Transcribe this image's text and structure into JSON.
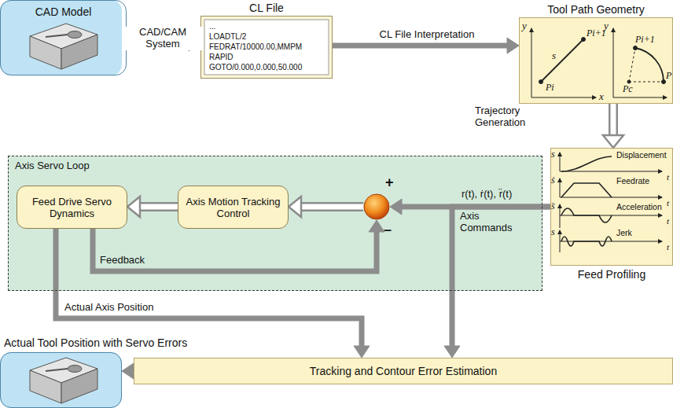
{
  "diagram": {
    "nodes": [
      {
        "text": [
          "CAD Model"
        ]
      },
      {
        "text": [
          "CL File",
          "...",
          "LOADTL/2",
          "FEDRAT/10000.00,MMPM",
          "RAPID",
          "GOTO/0.000,0.000,50.000"
        ]
      },
      {
        "text": [
          "Tool Path Geometry"
        ]
      },
      {
        "text": [
          "Axis Servo Loop"
        ]
      },
      {
        "text": [
          "Feed Drive Servo Dynamics"
        ],
        "in": 3
      },
      {
        "text": [
          "Axis Motion Tracking Control"
        ],
        "in": 3
      },
      {
        "text": [
          "+",
          "–"
        ],
        "in": 3
      },
      {
        "text": [
          "Feed Profiling"
        ]
      },
      {
        "text": [
          "Tracking and Contour Error Estimation"
        ]
      },
      {
        "text": [
          "Actual Tool Position with Servo Errors"
        ]
      }
    ],
    "edges": [
      {
        "from": 0,
        "to": 1,
        "arrow": "to",
        "label": "CAD/CAM System"
      },
      {
        "from": 1,
        "to": 2,
        "arrow": "to",
        "label": "CL File Interpretation"
      },
      {
        "from": 2,
        "to": 7,
        "arrow": "to"
      },
      {
        "from": 7,
        "to": 6,
        "arrow": "to",
        "label": "r(t), ṙ(t), r̈(t)"
      },
      {
        "from": 6,
        "to": 5,
        "arrow": "to"
      },
      {
        "from": 5,
        "to": 4,
        "arrow": "to"
      },
      {
        "from": 4,
        "to": 6,
        "arrow": "to",
        "label": "Feedback"
      },
      {
        "from": 4,
        "to": 8,
        "arrow": "to",
        "label": "Actual Axis Position"
      },
      {
        "from": 7,
        "to": 8,
        "arrow": "to"
      },
      {
        "from": 8,
        "to": 9,
        "arrow": "to"
      }
    ],
    "labels": [
      "Trajectory Generation",
      "Axis Commands",
      "y",
      "x",
      "s",
      "Pi",
      "Pi+1",
      "y",
      "Pi+1",
      "P",
      "Pc",
      "s",
      "Displacement",
      "t",
      "ṡ",
      "Feedrate",
      "t",
      "s̈",
      "Acceleration",
      "t",
      "s⃛",
      "Jerk",
      "t"
    ]
  }
}
